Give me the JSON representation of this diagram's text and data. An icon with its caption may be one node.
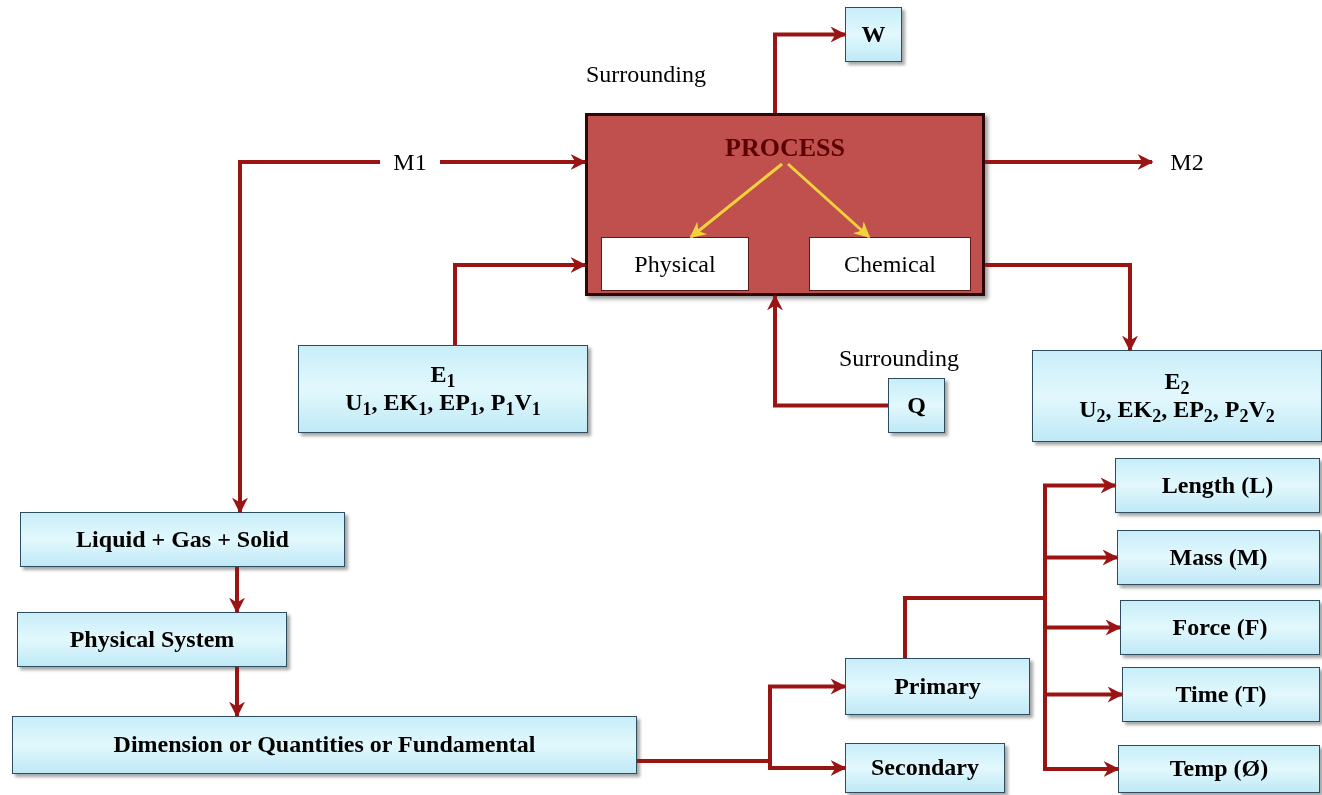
{
  "diagram": {
    "nodes": [
      {
        "text": [],
        "shape": "box"
      },
      {
        "text": [
          "PROCESS"
        ],
        "in": 0
      },
      {
        "text": [
          "Physical"
        ],
        "in": 0
      },
      {
        "text": [
          "Chemical"
        ],
        "in": 0
      },
      {
        "text": [
          "W"
        ]
      },
      {
        "text": [
          "M1"
        ]
      },
      {
        "text": [
          "M2"
        ]
      },
      {
        "text": [
          "E$_{1}$",
          "U$_{1}$, EK$_{1}$, EP$_{1}$, P$_{1}$V$_{1}$"
        ]
      },
      {
        "text": [
          "Q"
        ],
        "beside": [
          "Surrounding"
        ]
      },
      {
        "text": [
          "E$_{2}$",
          "U$_{2}$, EK$_{2}$, EP$_{2}$, P$_{2}$V$_{2}$"
        ]
      },
      {
        "text": [
          "Liquid  + Gas + Solid"
        ]
      },
      {
        "text": [
          "Physical System"
        ]
      },
      {
        "text": [
          "Dimension or Quantities or Fundamental"
        ]
      },
      {
        "text": [
          "Primary"
        ]
      },
      {
        "text": [
          "Secondary"
        ]
      },
      {
        "text": [
          "Length (L)"
        ]
      },
      {
        "text": [
          "Mass (M)"
        ]
      },
      {
        "text": [
          "Force (F)"
        ]
      },
      {
        "text": [
          "Time (T)"
        ]
      },
      {
        "text": [
          "Temp (Ø)"
        ]
      }
    ],
    "edges": [
      {
        "from": 5,
        "to": 0,
        "arrow": "to"
      },
      {
        "from": 5,
        "to": 10,
        "arrow": "to"
      },
      {
        "from": 0,
        "to": 4,
        "arrow": "to"
      },
      {
        "from": 0,
        "to": 6,
        "arrow": "to"
      },
      {
        "from": 1,
        "to": 2,
        "arrow": "to",
        "color": "#f2d23c"
      },
      {
        "from": 1,
        "to": 3,
        "arrow": "to",
        "color": "#f2d23c"
      },
      {
        "from": 7,
        "to": 0,
        "arrow": "to"
      },
      {
        "from": 8,
        "to": 0,
        "arrow": "to"
      },
      {
        "from": 0,
        "to": 9,
        "arrow": "to"
      },
      {
        "from": 10,
        "to": 11,
        "arrow": "to"
      },
      {
        "from": 11,
        "to": 12,
        "arrow": "to"
      },
      {
        "from": 12,
        "to": 13,
        "arrow": "to"
      },
      {
        "from": 12,
        "to": 14,
        "arrow": "to"
      },
      {
        "from": 13,
        "to": 15,
        "arrow": "to"
      },
      {
        "from": 13,
        "to": 16,
        "arrow": "to"
      },
      {
        "from": 13,
        "to": 17,
        "arrow": "to"
      },
      {
        "from": 13,
        "to": 18,
        "arrow": "to"
      },
      {
        "from": 13,
        "to": 19,
        "arrow": "to"
      }
    ],
    "labels": [
      "Surrounding"
    ]
  }
}
